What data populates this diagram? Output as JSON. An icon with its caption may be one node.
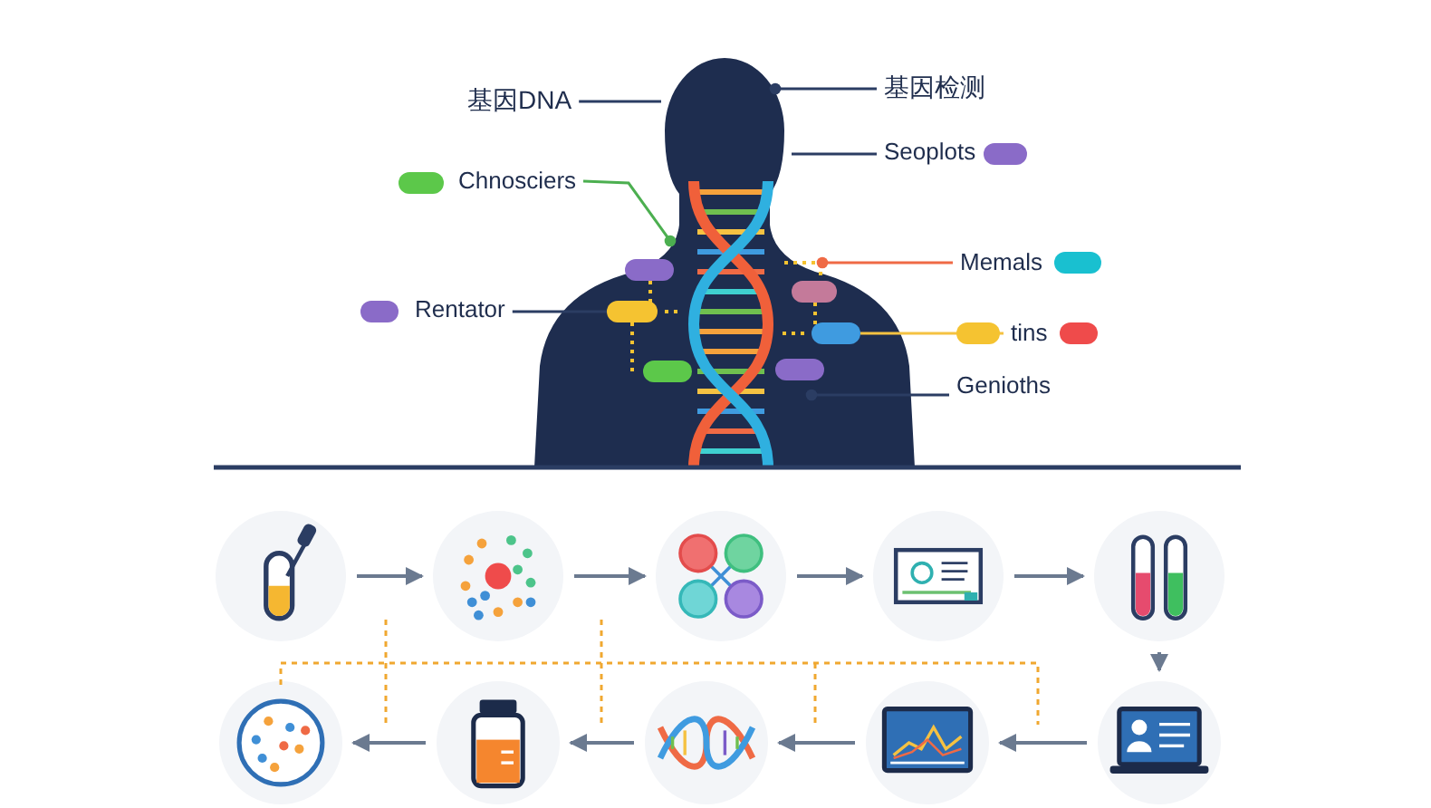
{
  "diagram": {
    "nodes": [
      {
        "text": [
          "基因DNA"
        ]
      },
      {
        "text": [
          "基因检测"
        ]
      },
      {
        "text": [
          "Seoplots"
        ]
      },
      {
        "text": [
          "Chnosciers"
        ]
      },
      {
        "text": [
          "Memals"
        ]
      },
      {
        "text": [
          "Rentator"
        ]
      },
      {
        "text": [
          "tins"
        ]
      },
      {
        "text": [
          "Genioths"
        ]
      },
      {
        "text": [],
        "shape": "person"
      },
      {
        "text": [],
        "shape": "picture",
        "in": 8
      },
      {
        "text": [],
        "shape": "bar",
        "in": 8
      },
      {
        "text": [],
        "shape": "bar",
        "in": 8
      },
      {
        "text": [],
        "shape": "picture"
      },
      {
        "text": [],
        "shape": "picture"
      },
      {
        "text": [],
        "shape": "picture"
      },
      {
        "text": [],
        "shape": "picture"
      },
      {
        "text": [],
        "shape": "picture"
      },
      {
        "text": [],
        "shape": "picture"
      },
      {
        "text": [],
        "shape": "picture"
      },
      {
        "text": [],
        "shape": "picture"
      },
      {
        "text": [],
        "shape": "picture"
      },
      {
        "text": [],
        "shape": "picture"
      }
    ],
    "edges": [
      {
        "from": 0,
        "to": 8,
        "arrow": "none",
        "color": "#2b3d63"
      },
      {
        "from": 1,
        "to": 8,
        "arrow": "other",
        "color": "#2b3d63"
      },
      {
        "from": 2,
        "to": 8,
        "arrow": "none",
        "color": "#2b3d63"
      },
      {
        "from": 3,
        "to": 9,
        "arrow": "other",
        "color": "#4caf50"
      },
      {
        "from": 4,
        "to": 8,
        "arrow": "other",
        "color": "#ef6a45"
      },
      {
        "from": 5,
        "to": 10,
        "arrow": "none",
        "color": "#2b3d63"
      },
      {
        "from": 6,
        "to": 11,
        "arrow": "none",
        "color": "#f5c242"
      },
      {
        "from": 7,
        "to": 8,
        "arrow": "other",
        "color": "#2b3d63"
      },
      {
        "from": 12,
        "to": 13,
        "arrow": "to"
      },
      {
        "from": 13,
        "to": 14,
        "arrow": "to"
      },
      {
        "from": 14,
        "to": 15,
        "arrow": "to"
      },
      {
        "from": 15,
        "to": 16,
        "arrow": "to"
      },
      {
        "from": 16,
        "to": 17,
        "arrow": "to"
      },
      {
        "from": 17,
        "to": 18,
        "arrow": "to"
      },
      {
        "from": 18,
        "to": 19,
        "arrow": "to"
      },
      {
        "from": 19,
        "to": 20,
        "arrow": "to"
      },
      {
        "from": 20,
        "to": 21,
        "arrow": "to"
      },
      {
        "from": 10,
        "to": 9,
        "arrow": "none",
        "style": "dashed",
        "color": "#f5c331"
      },
      {
        "from": 11,
        "to": 9,
        "arrow": "none",
        "style": "dashed",
        "color": "#f5c331"
      }
    ]
  }
}
